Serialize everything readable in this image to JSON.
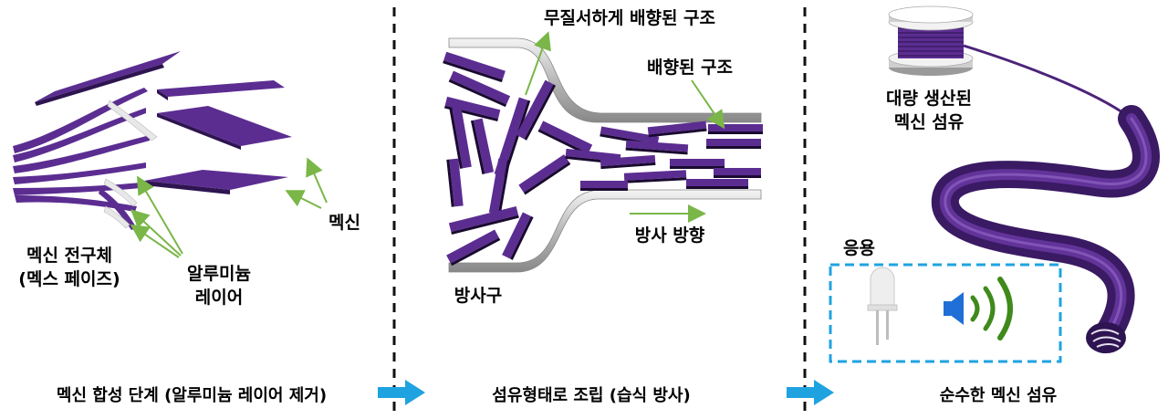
{
  "panels": [
    {
      "caption": "멕신 합성 단계 (알루미늄 레이어 제거)",
      "labels": {
        "mxene": "멕신",
        "precursor_line1": "멕신 전구체",
        "precursor_line2": "(멕스 페이즈)",
        "al_line1": "알루미늄",
        "al_line2": "레이어"
      }
    },
    {
      "caption": "섬유형태로 조립 (습식 방사)",
      "labels": {
        "disordered": "무질서하게 배향된 구조",
        "aligned": "배향된 구조",
        "direction": "방사 방향",
        "spinneret": "방사구"
      }
    },
    {
      "caption": "순수한 멕신 섬유",
      "labels": {
        "mass_line1": "대량 생산된",
        "mass_line2": "멕신 섬유",
        "application": "응용"
      }
    }
  ],
  "icons": {
    "flow_arrow": "right-arrow-icon",
    "led": "led-icon",
    "speaker": "speaker-icon"
  },
  "colors": {
    "mxene": "#5b2d91",
    "mxene_dark": "#2e1450",
    "pointer": "#7ab648",
    "flow_arrow": "#1fa3e0",
    "application_box": "#1fa3e0",
    "sound_wave": "#3f8a1a",
    "speaker": "#1f6fd6"
  }
}
